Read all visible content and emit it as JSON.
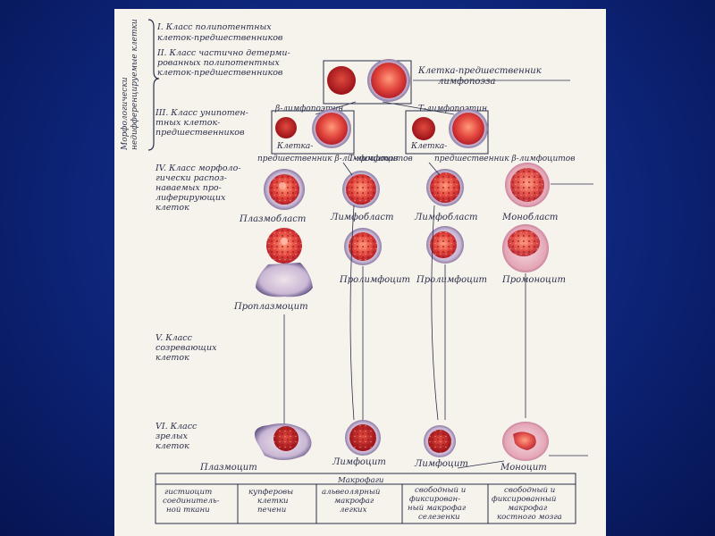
{
  "side_label": [
    "Морфологически",
    "недифференцируемые клетки"
  ],
  "classes": {
    "c1": [
      "I. Класс полипотентных",
      "клеток-предшественников"
    ],
    "c2": [
      "II. Класс частично детерми-",
      "рованных полипотентных",
      "клеток-предшественников"
    ],
    "c3": [
      "III. Класс унипотен-",
      "тных клеток-",
      "предшественников"
    ],
    "c4": [
      "IV. Класс морфоло-",
      "гически распоз-",
      "наваемых про-",
      "лиферирующих",
      "клеток"
    ],
    "c5": [
      "V. Класс",
      "созревающих",
      "клеток"
    ],
    "c6": [
      "VI. Класс",
      "зрелых",
      "клеток"
    ]
  },
  "precursor_label": [
    "Клетка-предшественник",
    "лимфопоэза"
  ],
  "poietins": {
    "b": "β-лимфопоэтин",
    "t": "Т-лимфопоэтин"
  },
  "precursors": {
    "b_top": "Клетка-",
    "b_bottom": "предшественник β-лимфоцитов",
    "t_top": "Клетка-",
    "t_bottom": "предшественник β-лимфоцитов",
    "mid": "Т-лимфоцитов"
  },
  "cells": {
    "plasmoblast": "Плазмобласт",
    "lymphoblast1": "Лимфобласт",
    "lymphoblast2": "Лимфобласт",
    "monoblast": "Монобласт",
    "prolymph1": "Пролимфоцит",
    "prolymph2": "Пролимфоцит",
    "promonocyte": "Промоноцит",
    "proplasmocyte": "Проплазмоцит",
    "plasmocyte": "Плазмоцит",
    "lymphocyte1": "Лимфоцит",
    "lymphocyte2": "Лимфоцит",
    "monocyte": "Моноцит"
  },
  "table": {
    "header": "Макрофаги",
    "columns": [
      [
        "гистиоцит",
        "соединитель-",
        "ной ткани"
      ],
      [
        "купферовы",
        "клетки",
        "печени"
      ],
      [
        "альвеолярный",
        "макрофаг",
        "легких"
      ],
      [
        "свободный и",
        "фиксирован-",
        "ный макрофаг",
        "селезенки"
      ],
      [
        "свободный и",
        "фиксированный",
        "макрофаг",
        "костного мозга"
      ]
    ]
  },
  "colors": {
    "background": "#0d2478",
    "panel": "#f6f2ec",
    "nucleus": "#d8383a",
    "membrane": "#6a5a8a",
    "text": "#2b2f4a"
  }
}
